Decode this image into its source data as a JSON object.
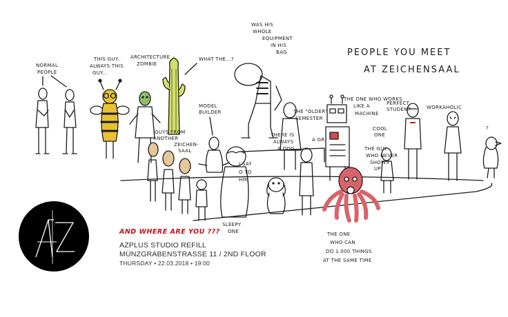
{
  "title": {
    "line1": "PEOPLE YOU MEET",
    "line2": "AT ZEICHENSAAL"
  },
  "labels": {
    "normal_people": "NORMAL PEOPLE",
    "this_guy": "THIS GUY.. ALWAYS THIS GUY...",
    "arch_zombie": "ARCHITECTURE ZOMBIE",
    "what_the": "WHAT THE...?",
    "equipment": "WAS HIS WHOLE EQUIPMENT IN HIS BAG",
    "model_builder": "MODEL BUILDER",
    "guys_from": "GUYS FROM ANOTHER ZEICHENSAAL",
    "older_semester": "THE \"OLDER\" SEMESTER",
    "always_dog": "THERE IS ALWAYS A DOG",
    "works_machine": "THE ONE WHO WORKS LIKE A MACHINE",
    "perfect_student": "PERFECT STUDENT",
    "workaholic": "WORKAHOLIC",
    "cool_one": "COOL ONE",
    "never_shows": "THE GUY WHO NEVER SHOWS UP",
    "question": "?",
    "sleepy": "SLEEPY ONE",
    "thousand_things": "THE ONE WHO CAN DO 1.000 THINGS AT THE SAME TIME",
    "a_gr": "A GR",
    "i_sayo": "I SAY O TO HIM"
  },
  "tagline": "AND WHERE ARE YOU ???",
  "event": {
    "name": "AZPLUS STUDIO REFILL",
    "address": "MÜNZGRABENSTRASSE 11 / 2ND FLOOR",
    "datetime": "THURSDAY • 22.03.2018 • 19:00"
  },
  "logo": {
    "letters": "AZ"
  },
  "colors": {
    "tagline": "#c4101a",
    "logo_bg": "#000000",
    "octopus": "#d9636a",
    "bee": "#e8c133",
    "cactus": "#d4df6a",
    "zombie": "#8fbf6a"
  }
}
